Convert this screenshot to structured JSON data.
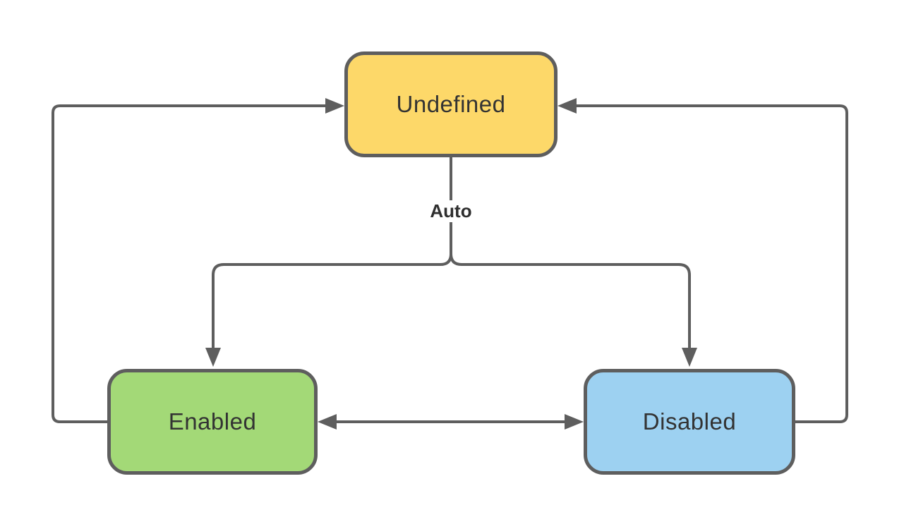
{
  "diagram": {
    "type": "state-diagram",
    "background": "#ffffff",
    "colors": {
      "stroke": "#5e5e5e",
      "text": "#333333",
      "undefined_fill": "#fdd869",
      "enabled_fill": "#a3d977",
      "disabled_fill": "#9dd1f1"
    },
    "auto_label": "Auto",
    "nodes": [
      {
        "id": "undefined",
        "label": "Undefined",
        "fill": "#fdd869",
        "position": "top-center"
      },
      {
        "id": "enabled",
        "label": "Enabled",
        "fill": "#a3d977",
        "position": "bottom-left"
      },
      {
        "id": "disabled",
        "label": "Disabled",
        "fill": "#9dd1f1",
        "position": "bottom-right"
      }
    ],
    "edges": [
      {
        "from": "Undefined",
        "to": "Enabled",
        "label": "Auto",
        "type": "branch-down-left"
      },
      {
        "from": "Undefined",
        "to": "Disabled",
        "label": "Auto",
        "type": "branch-down-right"
      },
      {
        "from": "Enabled",
        "to": "Undefined",
        "label": "",
        "type": "loop-left-side"
      },
      {
        "from": "Disabled",
        "to": "Undefined",
        "label": "",
        "type": "loop-right-side"
      },
      {
        "from": "Enabled",
        "to": "Disabled",
        "label": "",
        "type": "bidirectional"
      }
    ]
  }
}
